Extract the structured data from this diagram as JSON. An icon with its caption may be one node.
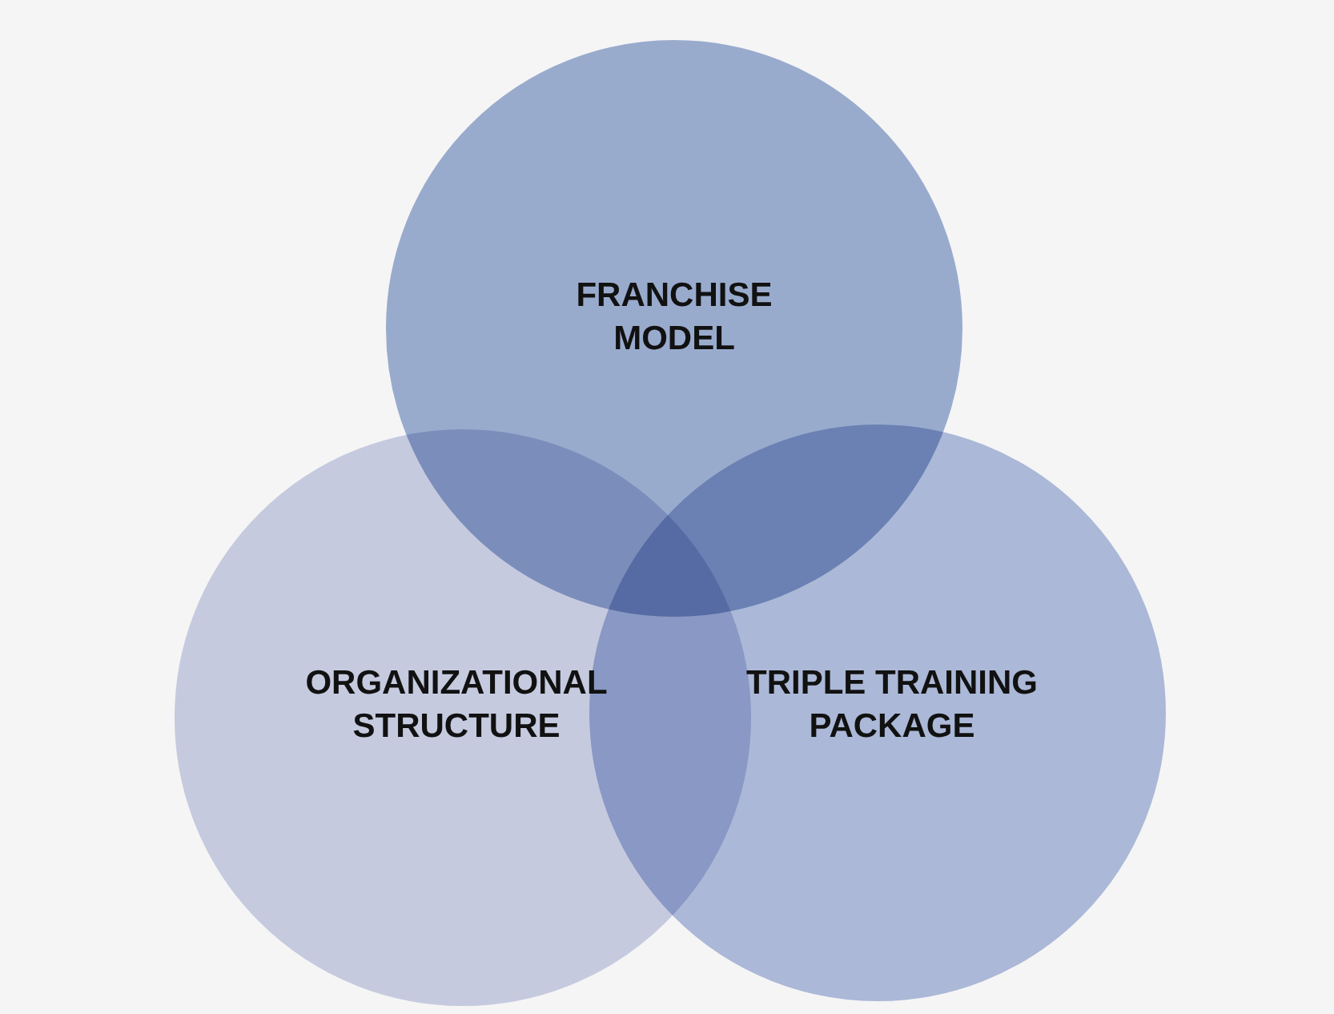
{
  "diagram": {
    "nodes": [
      {
        "text": [
          "FRANCHISE MODEL"
        ]
      },
      {
        "text": [
          "ORGANIZATIONAL STRUCTURE"
        ]
      },
      {
        "text": [
          "TRIPLE TRAINING PACKAGE"
        ]
      }
    ],
    "edges": []
  }
}
